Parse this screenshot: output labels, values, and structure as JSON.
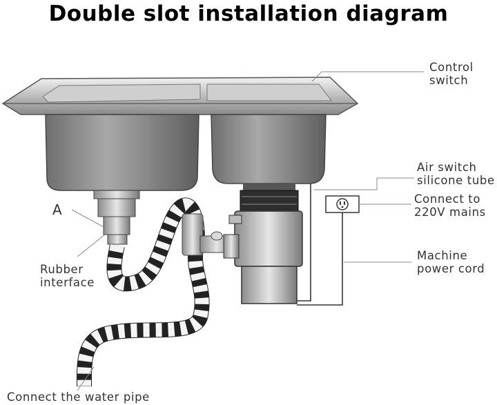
{
  "title": "Double slot installation diagram",
  "labels": {
    "control_switch": [
      "Control",
      "switch"
    ],
    "air_switch": [
      "Air switch",
      "silicone tube"
    ],
    "mains": [
      "Connect to",
      "220V mains"
    ],
    "power_cord": [
      "Machine",
      "power cord"
    ],
    "a_marker": "A",
    "rubber": [
      "Rubber",
      "interface"
    ],
    "water_pipe": "Connect the water pipe"
  }
}
